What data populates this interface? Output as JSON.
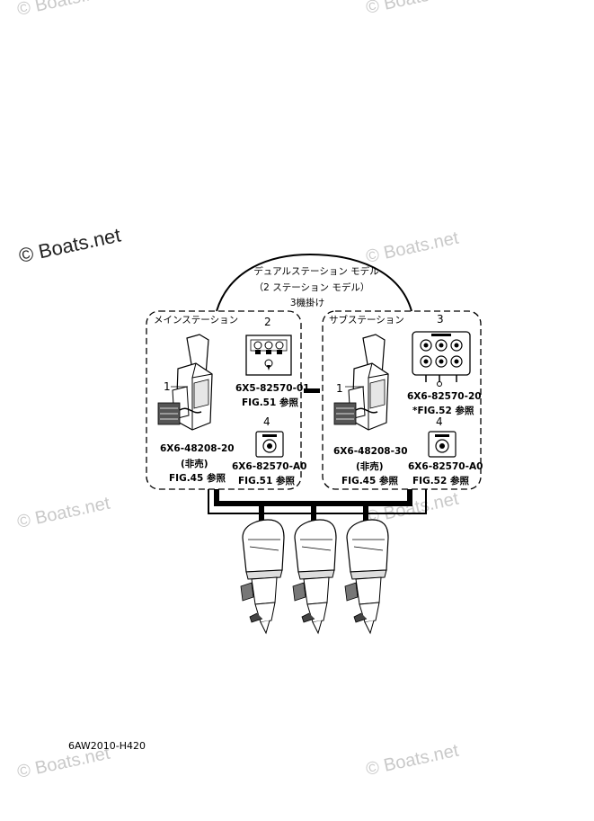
{
  "watermarks": [
    "© Boats.net",
    "© Boats.net",
    "© Boats.net",
    "© Boats.net",
    "© Boats.net",
    "© Boats.net",
    "© Boats.net",
    "© Boats.net"
  ],
  "watermark_main": "© Boats.net",
  "dual_station": {
    "line1": "デュアルステーション モデル",
    "line2": "（2 ステーション モデル）",
    "line3": "3機掛け"
  },
  "main_station": {
    "title": "メインステーション",
    "control": {
      "index": "1",
      "part": "6X6-48208-20",
      "note": "(非売)",
      "ref": "FIG.45 参照"
    },
    "panel": {
      "index": "2",
      "part": "6X5-82570-01",
      "ref": "FIG.51 参照"
    },
    "switch": {
      "index": "4",
      "part": "6X6-82570-A0",
      "ref": "FIG.51 参照"
    }
  },
  "sub_station": {
    "title": "サブステーション",
    "control": {
      "index": "1",
      "part": "6X6-48208-30",
      "note": "(非売)",
      "ref": "FIG.45 参照"
    },
    "panel": {
      "index": "3",
      "part": "6X6-82570-20",
      "ref": "*FIG.52 参照"
    },
    "switch": {
      "index": "4",
      "part": "6X6-82570-A0",
      "ref": "FIG.52 参照"
    }
  },
  "diagram_code": "6AW2010-H420"
}
